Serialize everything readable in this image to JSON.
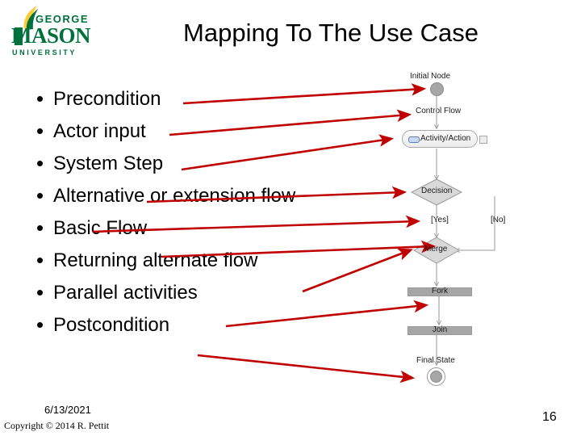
{
  "slide": {
    "title": "Mapping To The Use Case",
    "page_number": "16",
    "date": "6/13/2021",
    "copyright": "Copyright © 2014 R. Pettit"
  },
  "logo": {
    "name": "george-mason-university-logo",
    "line1": "GEORGE",
    "line2": "MASON",
    "line3": "U N I V E R S I T Y",
    "green": "#00703C",
    "gold": "#FFCC33"
  },
  "bullets": [
    {
      "label": "Precondition"
    },
    {
      "label": "Actor input"
    },
    {
      "label": "System Step"
    },
    {
      "label": "Alternative or extension flow"
    },
    {
      "label": "Basic Flow"
    },
    {
      "label": "Returning alternate flow"
    },
    {
      "label": "Parallel activities"
    },
    {
      "label": "Postcondition"
    }
  ],
  "diagram": {
    "accent_arrow_color": "#C00000",
    "node_fill": "#A6A6A6",
    "labels": {
      "initial_node": "Initial Node",
      "control_flow": "Control Flow",
      "activity_action": "Activity/Action",
      "decision": "Decision",
      "merge": "Merge",
      "fork": "Fork",
      "join": "Join",
      "final_state": "Final State",
      "guard_yes": "[Yes]",
      "guard_no": "[No]"
    }
  },
  "arrows": [
    {
      "from": "Precondition",
      "to": "Initial Node"
    },
    {
      "from": "Actor input",
      "to": "Control Flow"
    },
    {
      "from": "System Step",
      "to": "Activity/Action"
    },
    {
      "from": "Alternative or extension flow",
      "to": "Decision"
    },
    {
      "from": "Basic Flow",
      "to": "[Yes]"
    },
    {
      "from": "Returning alternate flow",
      "to": "Merge"
    },
    {
      "from": "Parallel activities",
      "to": "Fork"
    },
    {
      "from": "Postcondition",
      "to": "Final State"
    }
  ]
}
